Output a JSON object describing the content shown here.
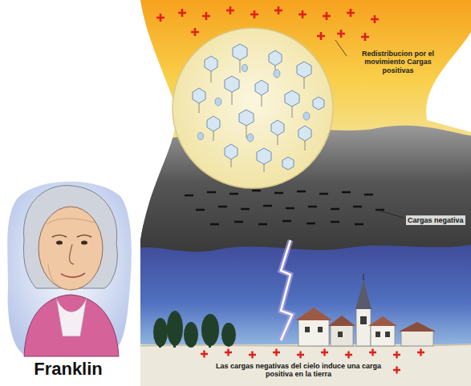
{
  "diagram": {
    "labels": [
      "Franklin",
      "Redistribucion por el movimiento Cargas positivas",
      "Cargas negativa",
      "Las cargas negativas del cielo induce una carga positiva en la tierra"
    ]
  }
}
